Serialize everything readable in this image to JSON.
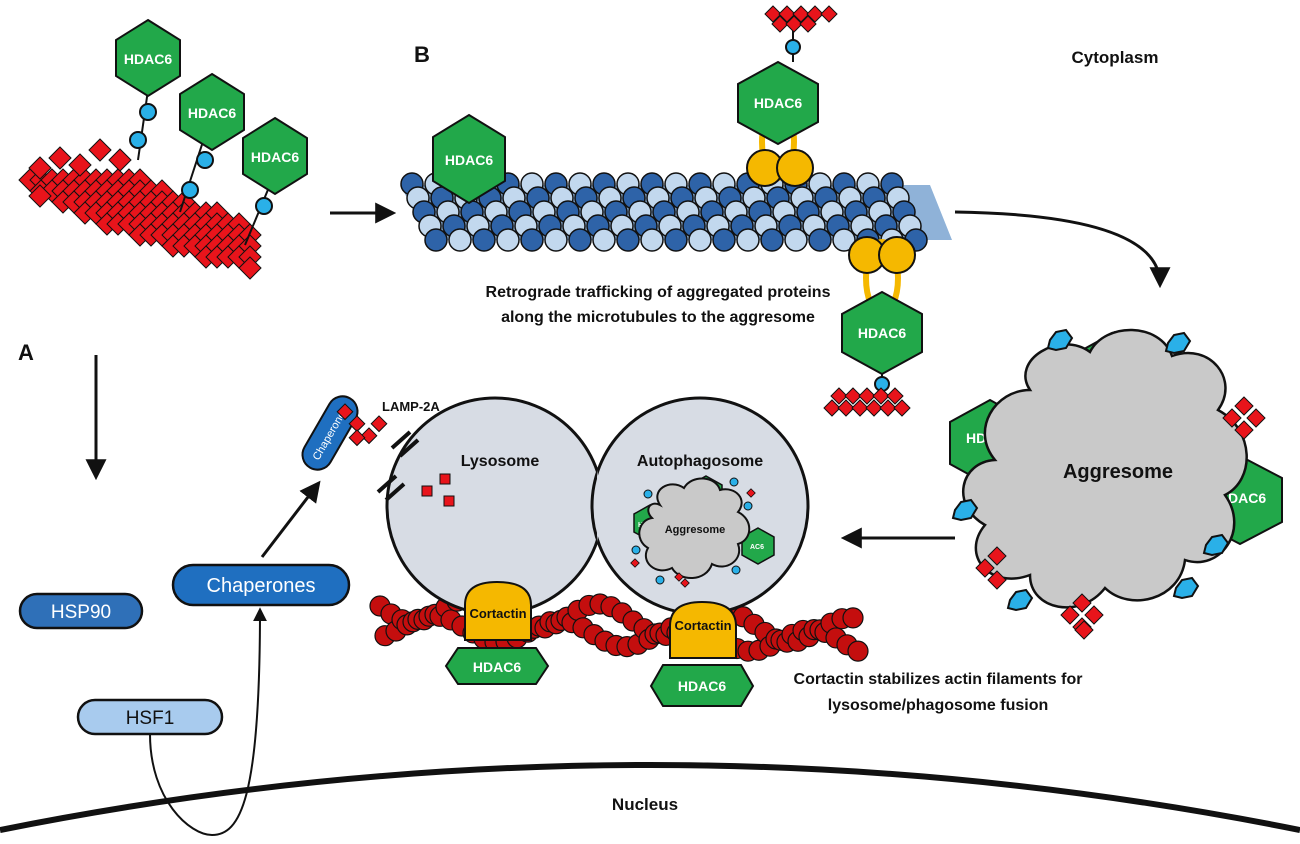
{
  "panel_labels": {
    "a": "A",
    "b": "B"
  },
  "compartments": {
    "cytoplasm": "Cytoplasm",
    "nucleus": "Nucleus"
  },
  "hdac6": "HDAC6",
  "hdac6_partial_left": "HDA",
  "hdac6_partial_right": "DAC6",
  "hdac6_small_left": "HD",
  "hdac6_small_right": "AC6",
  "captions": {
    "retrograde_line1": "Retrograde trafficking of aggregated proteins",
    "retrograde_line2": "along the microtubules to the aggresome",
    "cortactin_line1": "Cortactin stabilizes actin filaments for",
    "cortactin_line2": "lysosome/phagosome fusion"
  },
  "organelles": {
    "lysosome": "Lysosome",
    "autophagosome": "Autophagosome",
    "aggresome": "Aggresome",
    "aggresome_small": "Aggresome"
  },
  "proteins": {
    "lamp2a": "LAMP-2A",
    "cortactin": "Cortactin",
    "chaperones": "Chaperones",
    "chaperones_small": "Chaperones",
    "hsp90": "HSP90",
    "hsf1": "HSF1"
  },
  "colors": {
    "hdac6_green": "#22a84a",
    "aggregate_red": "#e8141b",
    "ubiquitin_blue": "#2ab0e8",
    "microtubule_dark": "#2e63a8",
    "microtubule_light": "#c2d8ee",
    "dynein_yellow": "#f5b800",
    "organelle_gray": "#d7dce4",
    "aggresome_gray": "#c9c9c9",
    "actin_red": "#c40e0e",
    "chaperone_blue": "#1f6fc0",
    "hsp90_blue": "#2f70b8",
    "hsf1_blue": "#a8cbee"
  }
}
